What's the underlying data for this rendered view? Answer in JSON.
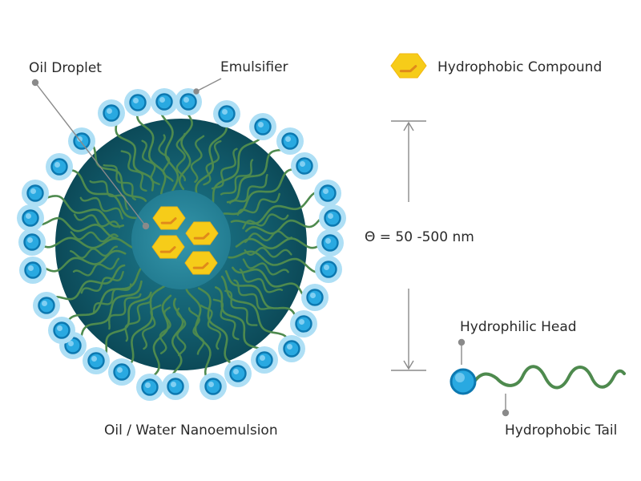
{
  "labels": {
    "oil_droplet": "Oil Droplet",
    "emulsifier": "Emulsifier",
    "hydrophobic_compound": "Hydrophobic Compound",
    "size_range": "Θ = 50 -500 nm",
    "hydrophilic_head": "Hydrophilic Head",
    "hydrophobic_tail": "Hydrophobic Tail",
    "caption": "Oil / Water Nanoemulsion"
  },
  "colors": {
    "droplet_outer": "#0e4f5e",
    "droplet_mid": "#176b7b",
    "core": "#2a8aa0",
    "tail": "#4e8a4e",
    "head_halo": "#aedff5",
    "head_ball": "#29a9e1",
    "head_ring": "#0c78b0",
    "compound": "#f6cc19",
    "compound_shadow": "#e08a1a",
    "guide_line": "#888888",
    "text": "#2a2a2a"
  },
  "icons": [
    "hexagon-compound-icon",
    "surfactant-molecule-icon"
  ]
}
